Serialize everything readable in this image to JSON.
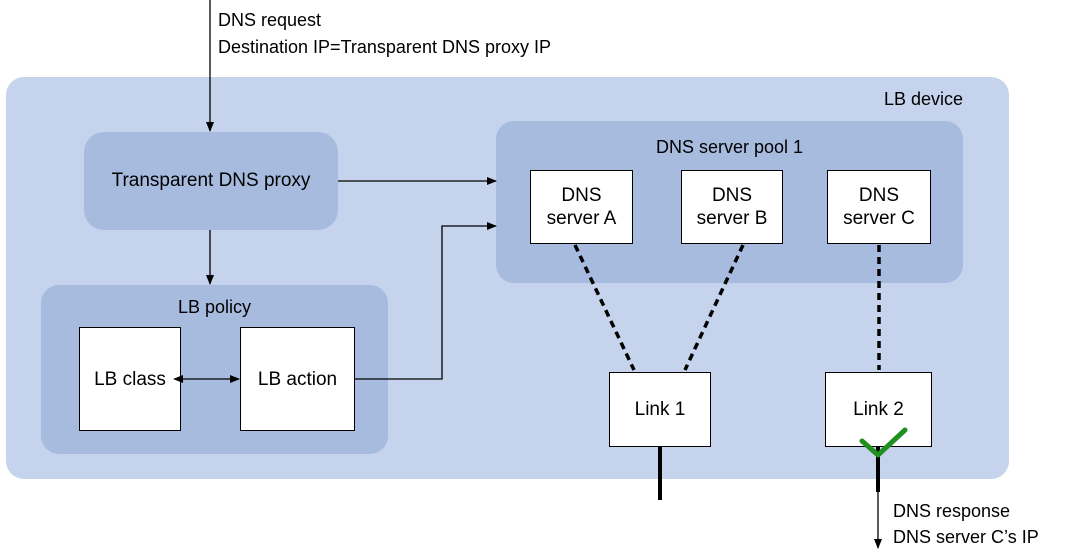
{
  "colors": {
    "lb_device_bg": "#c5d3ec",
    "group_bg": "#a7bbdf",
    "box_bg": "#ffffff",
    "line": "#000000",
    "check": "#1f8f1f"
  },
  "incoming": {
    "line1": "DNS request",
    "line2": "Destination IP=Transparent DNS proxy IP"
  },
  "lb_device": {
    "label": "LB device"
  },
  "proxy": {
    "label": "Transparent DNS proxy"
  },
  "policy": {
    "title": "LB policy",
    "class_label": "LB class",
    "action_label": "LB action"
  },
  "pool": {
    "title": "DNS server pool 1",
    "servers": [
      {
        "label": "DNS\nserver A"
      },
      {
        "label": "DNS\nserver B"
      },
      {
        "label": "DNS\nserver C"
      }
    ]
  },
  "links": [
    {
      "label": "Link 1"
    },
    {
      "label": "Link 2"
    }
  ],
  "outgoing": {
    "line1": "DNS response",
    "line2": "DNS server C’s IP"
  },
  "icons": {
    "selected_link": "check-mark-icon"
  }
}
